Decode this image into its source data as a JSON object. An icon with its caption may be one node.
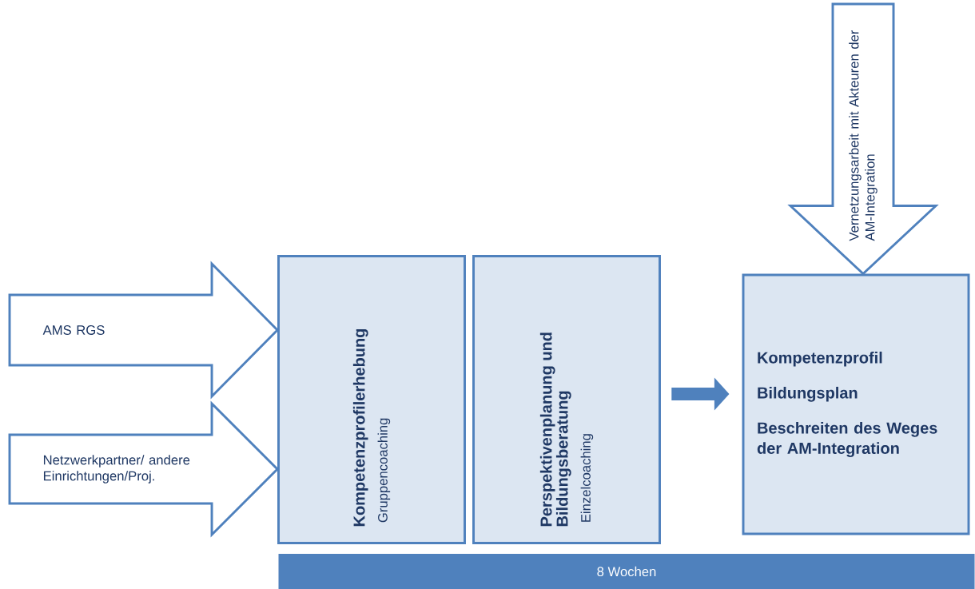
{
  "diagram": {
    "nodes": [
      {
        "text": [
          "Kompetenzprofilerhebung",
          "Gruppencoaching"
        ]
      },
      {
        "text": [
          "Perspektivenplanung und Bildungsberatung",
          "Einzelcoaching"
        ]
      },
      {
        "text": [
          "Kompetenzprofil",
          "Bildungsplan",
          "Beschreiten des Weges der AM-Integration"
        ]
      },
      {
        "text": [
          "8 Wochen"
        ]
      }
    ],
    "edges": [
      {
        "from": null,
        "to": 0,
        "arrow": "to",
        "label": "AMS RGS"
      },
      {
        "from": null,
        "to": 0,
        "arrow": "to",
        "label": "Netzwerkpartner/ andere Einrichtungen/Proj."
      },
      {
        "from": null,
        "to": 2,
        "arrow": "to",
        "label": "Vernetzungsarbeit mit Akteuren der AM-Integration"
      },
      {
        "from": 1,
        "to": 2,
        "arrow": "to"
      }
    ]
  }
}
